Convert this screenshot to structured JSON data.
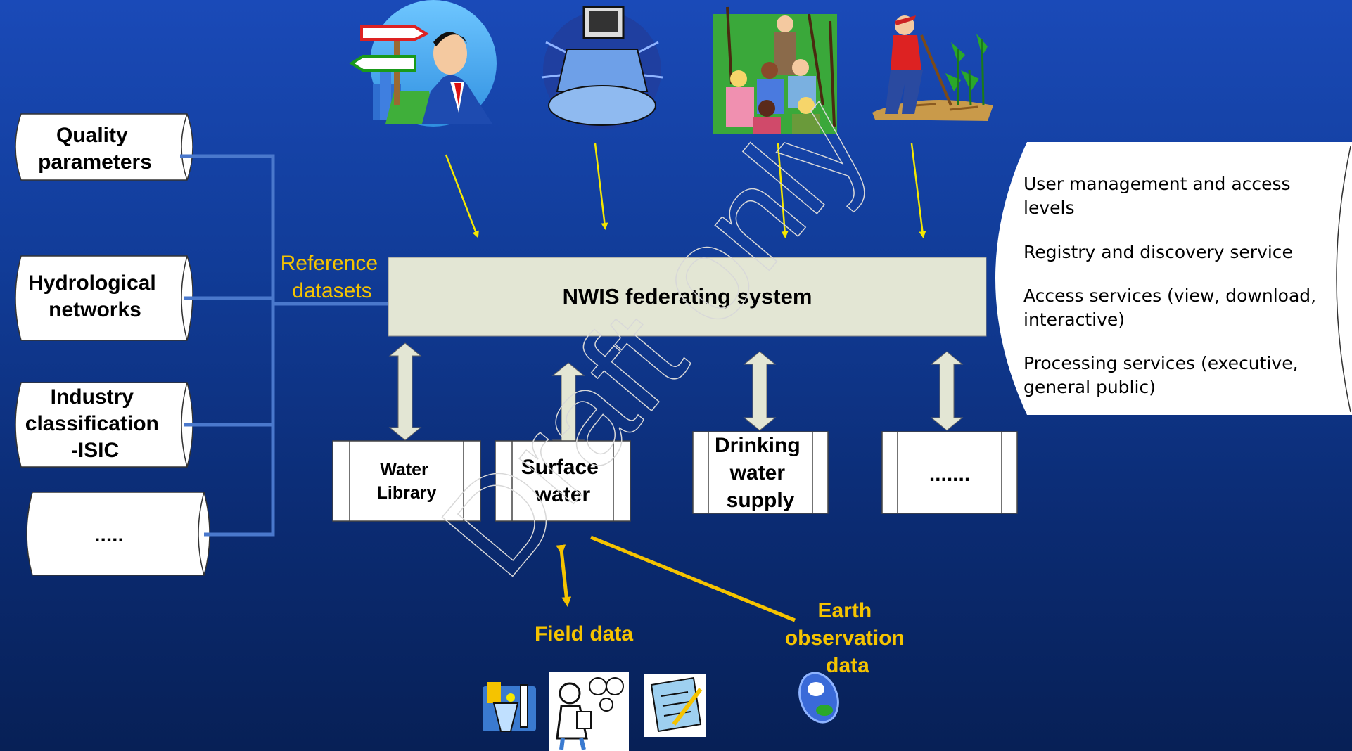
{
  "reference_datasets": {
    "label_line1": "Reference",
    "label_line2": "datasets",
    "items": [
      {
        "line1": "Quality",
        "line2": "parameters",
        "line3": ""
      },
      {
        "line1": "Hydrological",
        "line2": "networks",
        "line3": ""
      },
      {
        "line1": "Industry",
        "line2": "classification",
        "line3": "-ISIC"
      },
      {
        "line1": "",
        "line2": ".....",
        "line3": ""
      }
    ]
  },
  "central_system": {
    "label": "NWIS federating system"
  },
  "services_panel": {
    "items": [
      {
        "line1": "User management and access",
        "line2": "levels"
      },
      {
        "line1": "Registry and discovery service",
        "line2": ""
      },
      {
        "line1": "Access services (view, download,",
        "line2": "interactive)"
      },
      {
        "line1": "Processing services (executive,",
        "line2": "general public)"
      }
    ]
  },
  "subsystems": [
    {
      "line1": "Water",
      "line2": "Library",
      "line3": ""
    },
    {
      "line1": "Surface",
      "line2": "water",
      "line3": ""
    },
    {
      "line1": "Drinking",
      "line2": "water",
      "line3": "supply"
    },
    {
      "line1": "",
      "line2": ".......",
      "line3": ""
    }
  ],
  "data_sources": {
    "field_data": "Field data",
    "eo_line1": "Earth",
    "eo_line2": "observation",
    "eo_line3": "data"
  },
  "watermark": "Draft only",
  "colors": {
    "background_top": "#1a4ab8",
    "background_bottom": "#072056",
    "connector_blue": "#4a78cc",
    "arrow_yellow": "#f5e800",
    "label_yellow": "#f5c300",
    "central_box": "#e3e6d4",
    "double_arrow": "#e3e6d4"
  }
}
